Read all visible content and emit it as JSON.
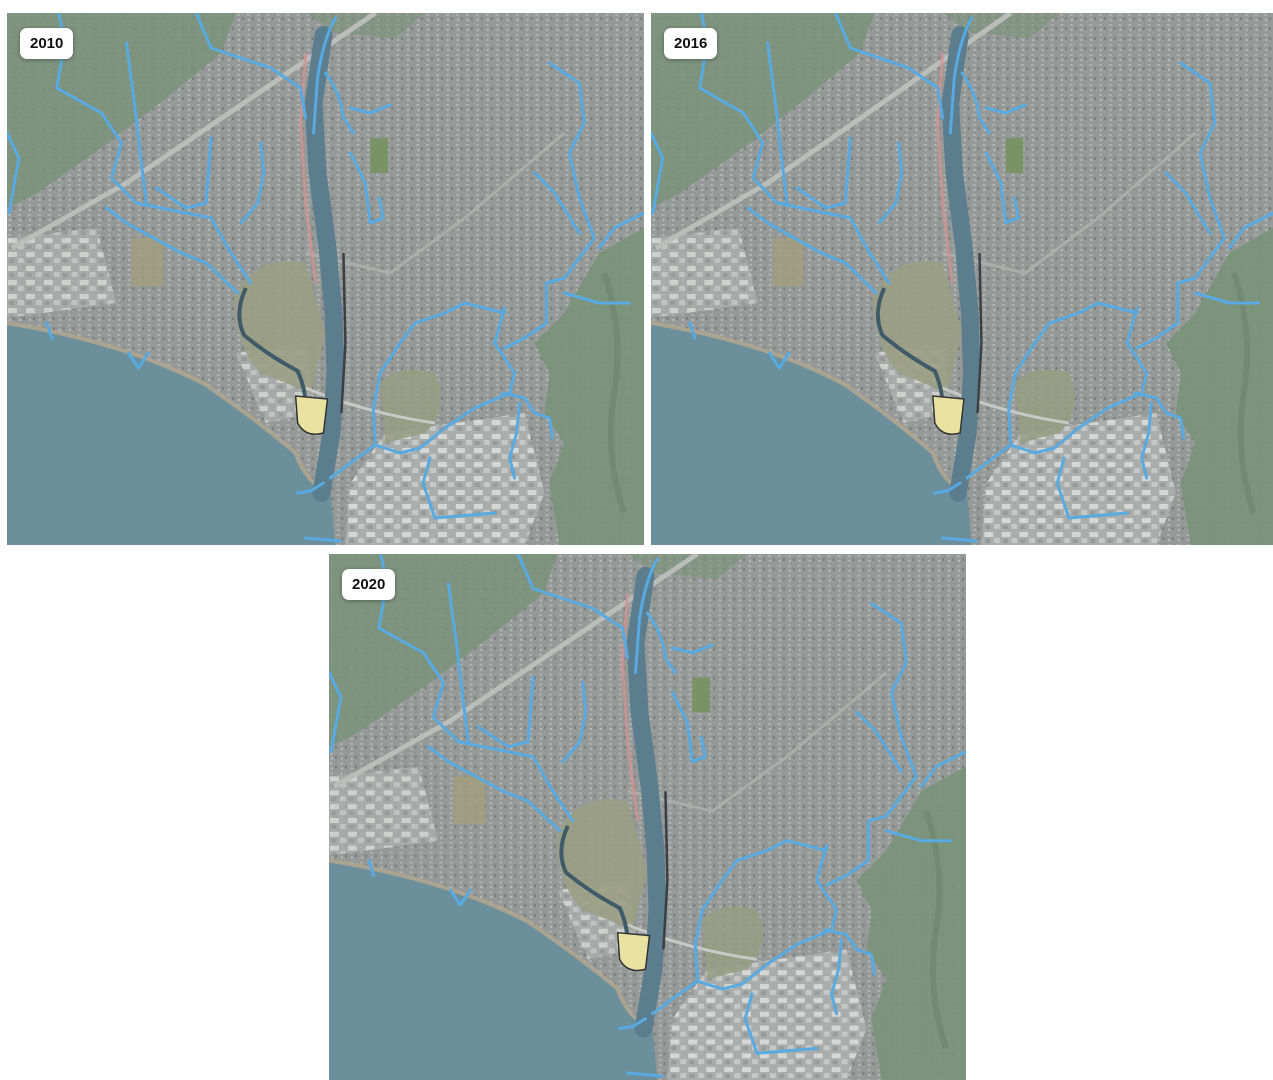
{
  "panels": [
    {
      "year": "2010"
    },
    {
      "year": "2016"
    },
    {
      "year": "2020"
    }
  ],
  "colors": {
    "sea": "#5f8794",
    "urban": "#8d9290",
    "hills": "#6e8a6e",
    "park": "#94977a",
    "river": "#4e7285",
    "stream": "#4aa3e0",
    "wetland": "#e8e09a",
    "badge_bg": "#ffffff",
    "badge_text": "#111111"
  },
  "icons": [
    "stream-network",
    "river-channel",
    "wetland-patch"
  ]
}
